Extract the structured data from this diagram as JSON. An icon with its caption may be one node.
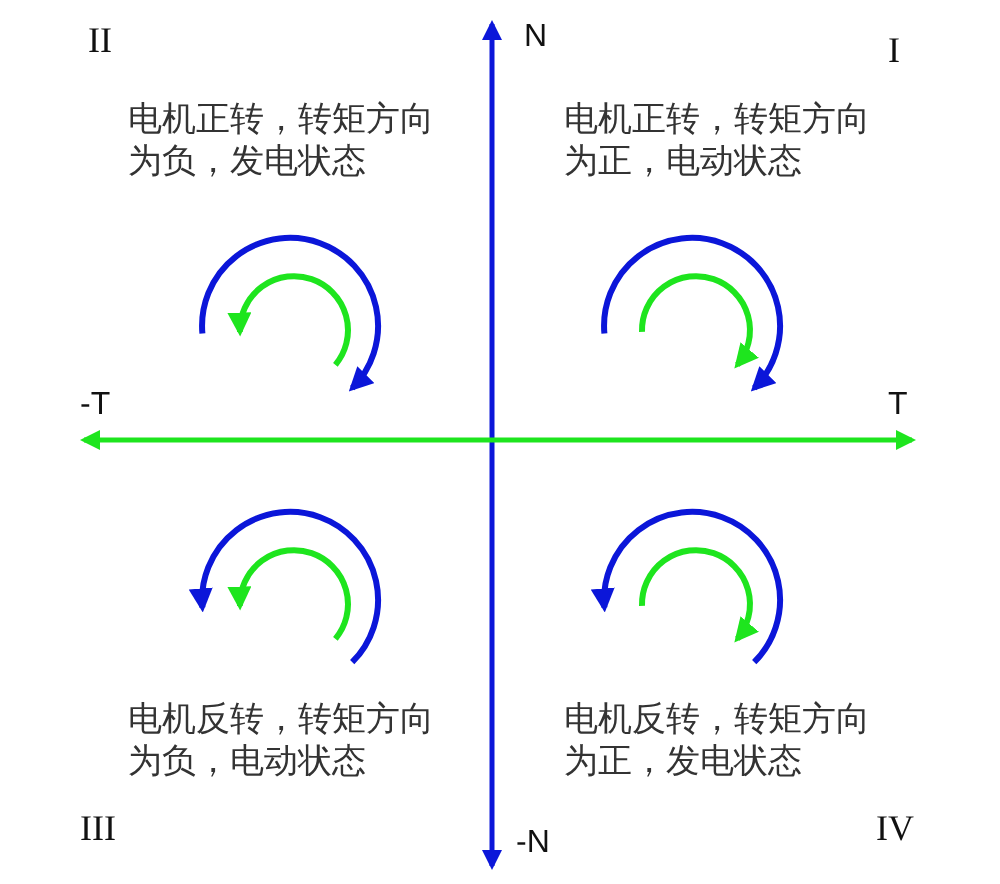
{
  "diagram": {
    "labels": [
      "II",
      "N",
      "I",
      "电机正转，转矩方向为负，发电状态",
      "电机正转，转矩方向为正，电动状态",
      "-T",
      "T",
      "电机反转，转矩方向为负，电动状态",
      "电机反转，转矩方向为正，发电状态",
      "III",
      "-N",
      "IV"
    ]
  }
}
